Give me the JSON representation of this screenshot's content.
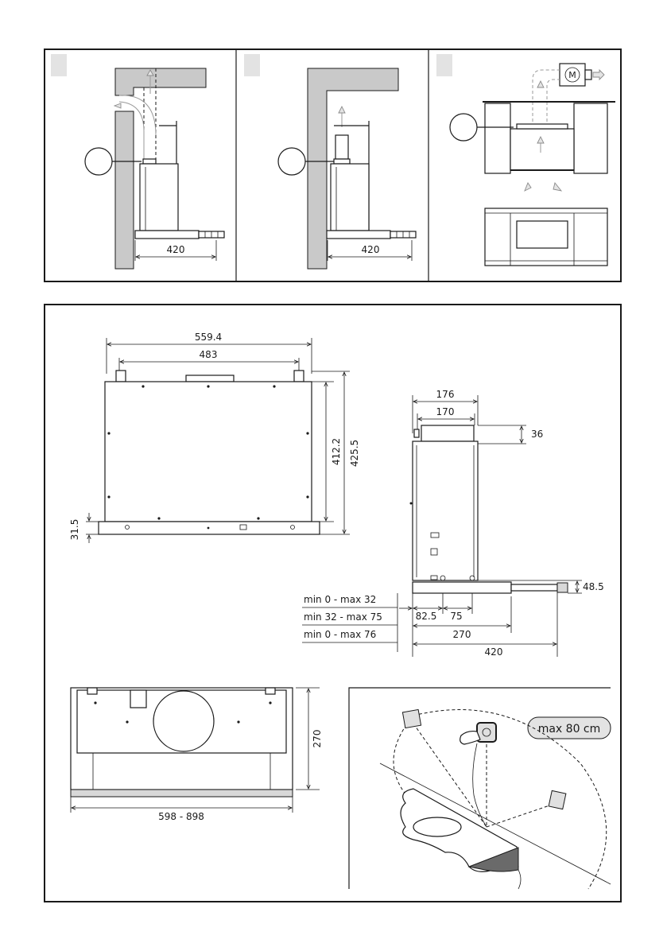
{
  "top_panel": {
    "dim_left": "420",
    "dim_middle": "420",
    "motor_label": "M"
  },
  "main_panel": {
    "front_view": {
      "width_outer": "559.4",
      "width_inner": "483",
      "height_inner": "412.2",
      "height_outer": "425.5",
      "bottom_thickness": "31.5"
    },
    "side_view": {
      "top_outer": "176",
      "top_inner": "170",
      "top_height": "36",
      "rail_height": "48.5",
      "range_rows": [
        "min 0 - max 32",
        "min 32 - max 75",
        "min 0 - max 76"
      ],
      "dim_a": "82.5",
      "dim_b": "75",
      "dim_c": "270",
      "dim_d": "420"
    },
    "bottom_view": {
      "depth": "270",
      "width_range": "598 - 898"
    },
    "detail": {
      "max_label": "max 80 cm"
    }
  }
}
